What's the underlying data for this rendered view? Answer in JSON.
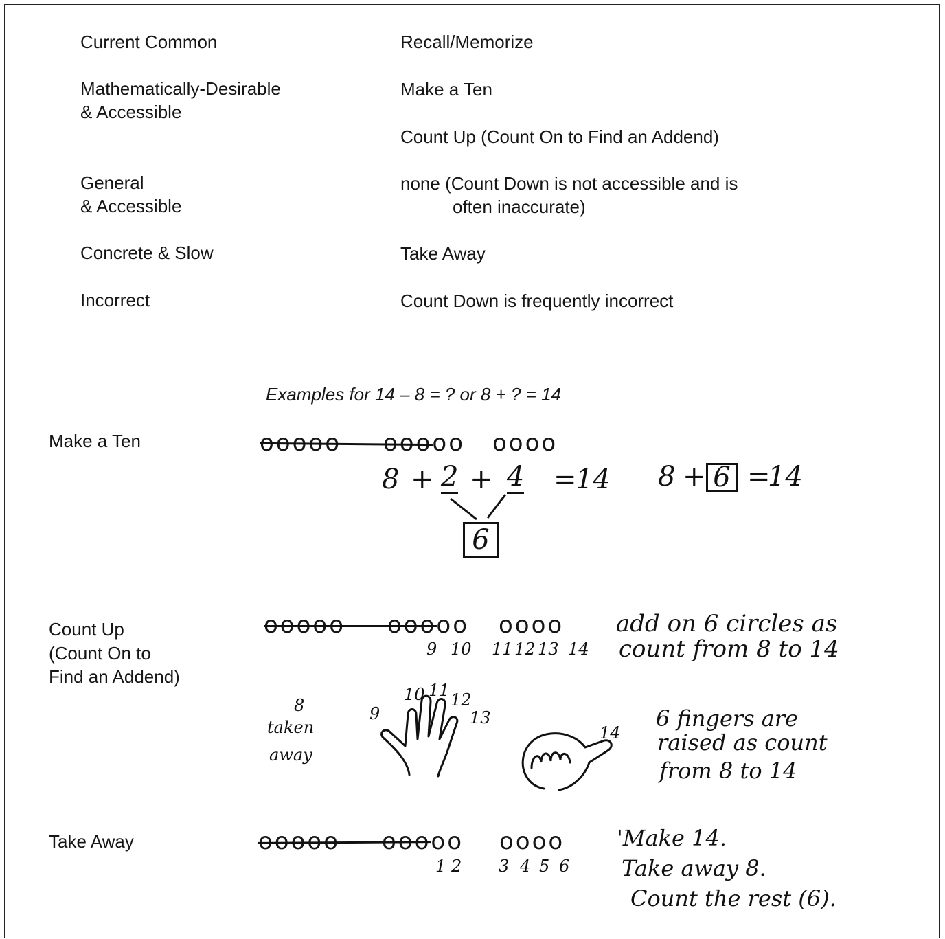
{
  "strategy_table": [
    {
      "category": [
        "Current Common"
      ],
      "method": [
        "Recall/Memorize"
      ]
    },
    {
      "category": [
        "Mathematically-Desirable",
        "& Accessible"
      ],
      "method": [
        "Make a Ten"
      ]
    },
    {
      "category": [],
      "method": [
        "Count Up (Count On to Find an Addend)"
      ]
    },
    {
      "category": [
        "General",
        "& Accessible"
      ],
      "method": [
        "none (Count Down is not accessible and is",
        "often inaccurate)"
      ]
    },
    {
      "category": [
        "Concrete & Slow"
      ],
      "method": [
        "Take Away"
      ]
    },
    {
      "category": [
        "Incorrect"
      ],
      "method": [
        "Count Down is frequently incorrect"
      ]
    }
  ],
  "examples_heading": "Examples for 14 – 8 = ?   or   8 + ? = 14",
  "make_a_ten": {
    "label": "Make a Ten",
    "circles": [
      "ooooo",
      "ooooo",
      "oooo"
    ],
    "equation": {
      "p1": "8",
      "plus1": "+",
      "p2": "2",
      "plus2": "+",
      "p3": "4",
      "eq": "=",
      "result": "14"
    },
    "box_value": "6",
    "equation2": {
      "p1": "8",
      "plus": "+",
      "box": "6",
      "eq": "=",
      "result": "14"
    }
  },
  "count_up": {
    "label": [
      "Count Up",
      "(Count On to",
      "Find an Addend)"
    ],
    "circles": [
      "ooooo",
      "ooooo",
      "oooo"
    ],
    "counts": [
      "9",
      "10",
      "11",
      "12",
      "13",
      "14"
    ],
    "note": [
      "add on 6 circles as",
      "count from 8 to 14"
    ],
    "taken_away": [
      "8",
      "taken",
      "away"
    ],
    "finger_counts": [
      "9",
      "10",
      "11",
      "12",
      "13"
    ],
    "fist_count": "14",
    "fingers_note": [
      "6 fingers are",
      "raised as count",
      "from 8 to 14"
    ]
  },
  "take_away": {
    "label": "Take Away",
    "circles": [
      "ooooo",
      "ooooo",
      "oooo"
    ],
    "counts": [
      "1",
      "2",
      "3",
      "4",
      "5",
      "6"
    ],
    "note": [
      "'Make 14.",
      "Take away 8.",
      "Count the rest (6)."
    ]
  }
}
